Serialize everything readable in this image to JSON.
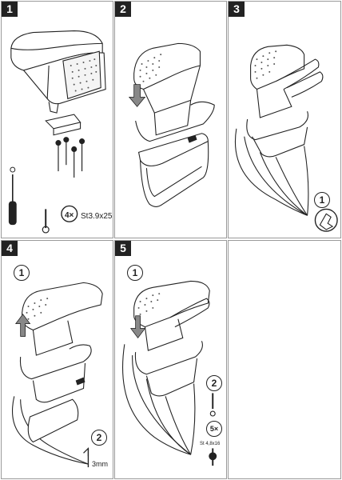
{
  "panels": [
    {
      "number": "1"
    },
    {
      "number": "2"
    },
    {
      "number": "3",
      "callout": "1"
    },
    {
      "number": "4",
      "callout_top": "1",
      "callout_bottom": "2",
      "drill_size": "3mm"
    },
    {
      "number": "5",
      "callout_top": "1",
      "callout_bottom": "2",
      "screw_count": "5×",
      "screw_spec": "St 4,8x16"
    },
    {
      "number": ""
    }
  ],
  "panel1": {
    "screw_count": "4×",
    "screw_spec": "St3.9x25"
  },
  "icons": [
    "screwdriver-icon",
    "screw-icon",
    "drill-bit-icon",
    "hand-press-icon",
    "arrow-icon"
  ]
}
